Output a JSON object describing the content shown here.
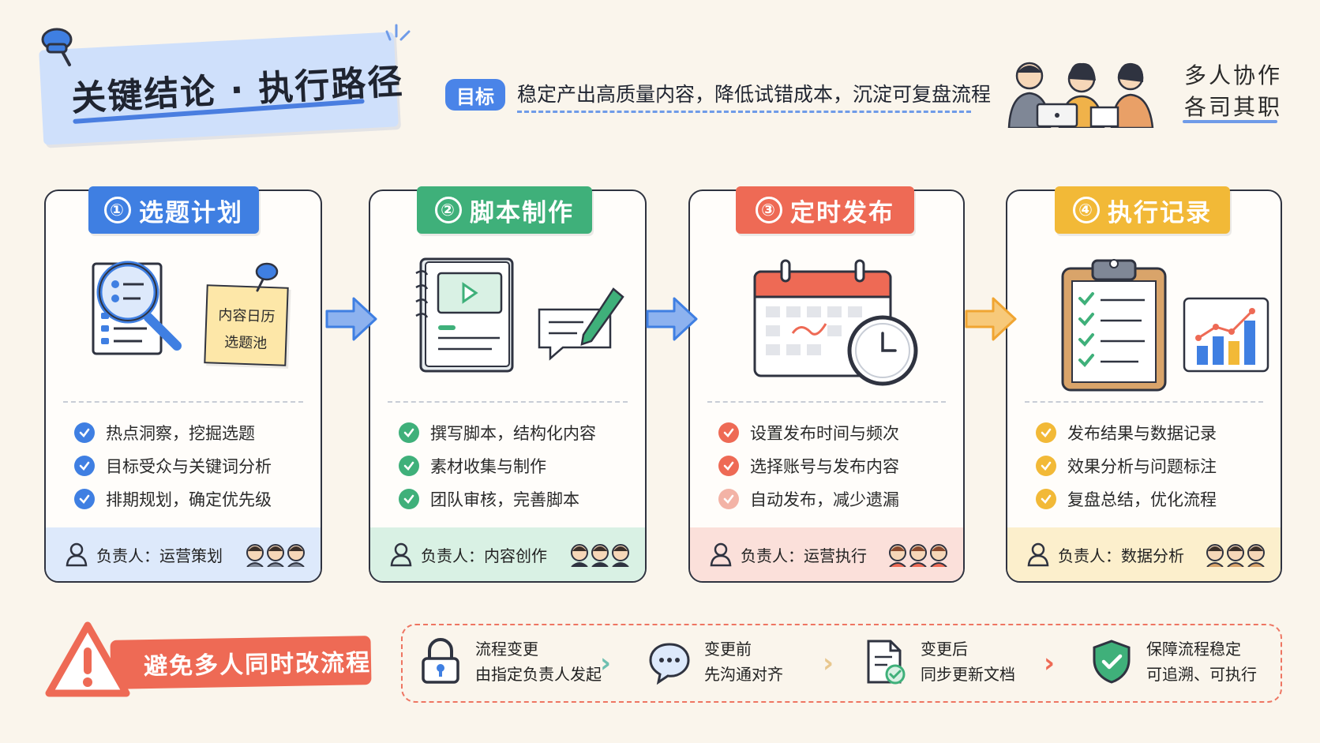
{
  "header": {
    "title": "关键结论 · 执行路径",
    "goal_label": "目标",
    "goal_text": "稳定产出高质量内容，降低试错成本，沉淀可复盘流程",
    "collab_line1": "多人协作",
    "collab_line2": "各司其职"
  },
  "steps": [
    {
      "number": "①",
      "title": "选题计划",
      "color": "#3f7fe2",
      "tint": "#dde9fb",
      "note_line1": "内容日历",
      "note_line2": "选题池",
      "items": [
        "热点洞察，挖掘选题",
        "目标受众与关键词分析",
        "排期规划，确定优先级"
      ],
      "owner": "负责人：运营策划"
    },
    {
      "number": "②",
      "title": "脚本制作",
      "color": "#3fb07a",
      "tint": "#d9f1e4",
      "items": [
        "撰写脚本，结构化内容",
        "素材收集与制作",
        "团队审核，完善脚本"
      ],
      "owner": "负责人：内容创作"
    },
    {
      "number": "③",
      "title": "定时发布",
      "color": "#ee6a55",
      "tint": "#fbe0da",
      "items": [
        "设置发布时间与频次",
        "选择账号与发布内容",
        "自动发布，减少遗漏"
      ],
      "owner": "负责人：运营执行"
    },
    {
      "number": "④",
      "title": "执行记录",
      "color": "#f2b937",
      "tint": "#fcefcc",
      "items": [
        "发布结果与数据记录",
        "效果分析与问题标注",
        "复盘总结，优化流程"
      ],
      "owner": "负责人：数据分析"
    }
  ],
  "warning": {
    "text": "避免多人同时改流程"
  },
  "flow": [
    {
      "line1": "流程变更",
      "line2": "由指定负责人发起",
      "icon": "lock-icon"
    },
    {
      "line1": "变更前",
      "line2": "先沟通对齐",
      "icon": "chat-icon"
    },
    {
      "line1": "变更后",
      "line2": "同步更新文档",
      "icon": "document-check-icon"
    },
    {
      "line1": "保障流程稳定",
      "line2": "可追溯、可执行",
      "icon": "shield-check-icon"
    }
  ]
}
